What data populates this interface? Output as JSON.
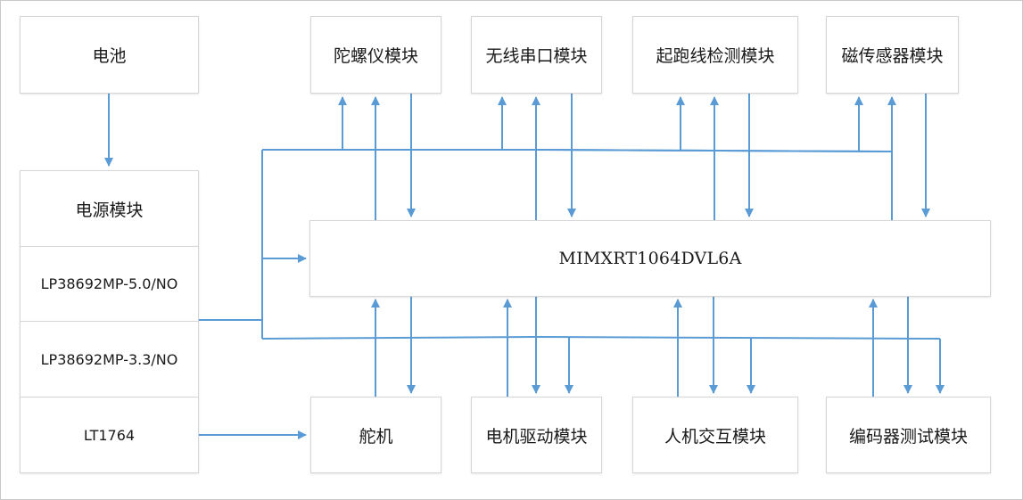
{
  "nodes": {
    "battery": "电池",
    "power_module": "电源模块",
    "regulator_5v": "LP38692MP-5.0/NO",
    "regulator_3v3": "LP38692MP-3.3/NO",
    "regulator_lt": "LT1764",
    "gyroscope": "陀螺仪模块",
    "wireless_serial": "无线串口模块",
    "start_line_detect": "起跑线检测模块",
    "magnetic_sensor": "磁传感器模块",
    "mcu": "MIMXRT1064DVL6A",
    "servo": "舵机",
    "motor_driver": "电机驱动模块",
    "hmi": "人机交互模块",
    "encoder_test": "编码器测试模块"
  },
  "style": {
    "wire_color": "#5b9bd5",
    "box_border_color": "#d6d6d6",
    "frame_border_color": "#c9c9c9"
  }
}
